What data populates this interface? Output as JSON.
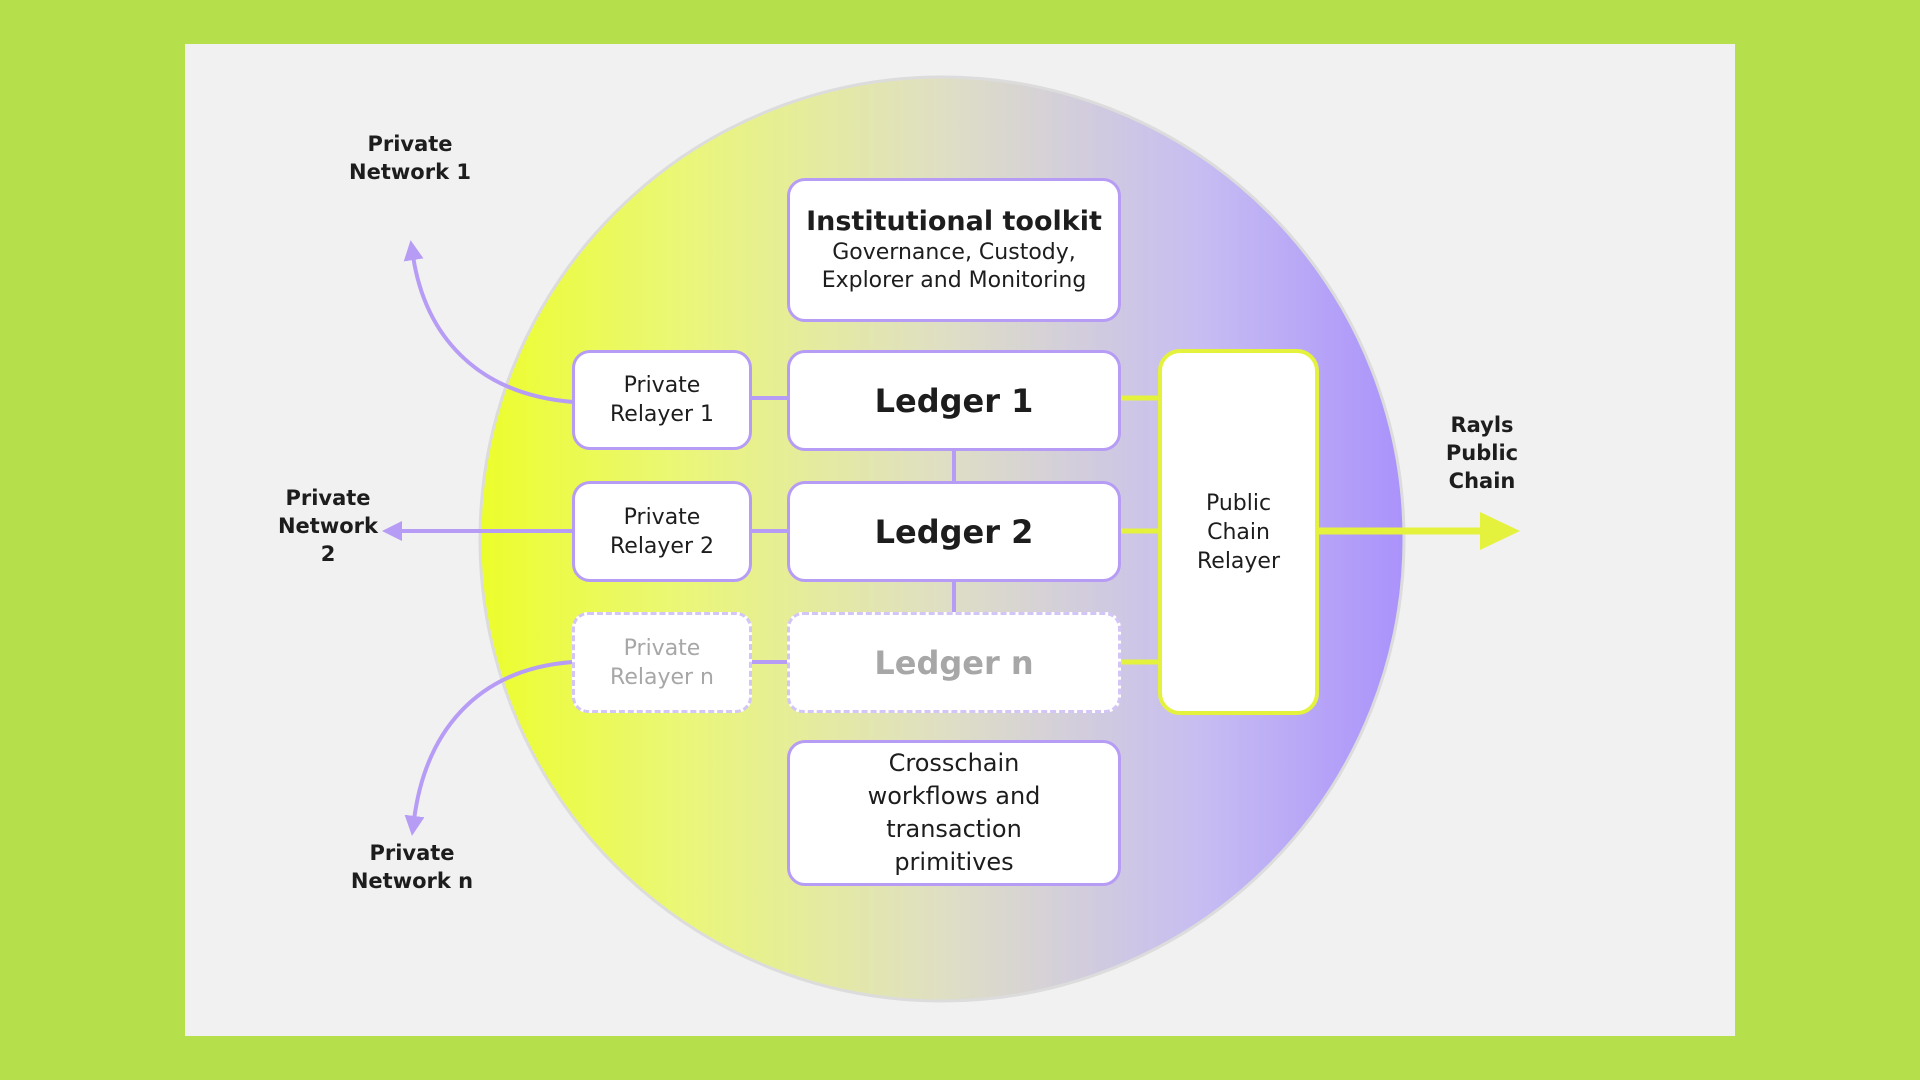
{
  "toolkit": {
    "title": "Institutional toolkit",
    "line1": "Governance, Custody,",
    "line2": "Explorer and Monitoring"
  },
  "relayers": {
    "r1": {
      "line1": "Private",
      "line2": "Relayer 1"
    },
    "r2": {
      "line1": "Private",
      "line2": "Relayer 2"
    },
    "rn": {
      "line1": "Private",
      "line2": "Relayer n"
    }
  },
  "ledgers": {
    "l1": "Ledger 1",
    "l2": "Ledger 2",
    "ln": "Ledger n"
  },
  "public_relayer": {
    "line1": "Public",
    "line2": "Chain",
    "line3": "Relayer"
  },
  "crosschain": {
    "line1": "Crosschain",
    "line2": "workflows and",
    "line3": "transaction",
    "line4": "primitives"
  },
  "networks": {
    "n1": {
      "line1": "Private",
      "line2": "Network 1"
    },
    "n2": {
      "line1": "Private",
      "line2": "Network",
      "line3": "2"
    },
    "nn": {
      "line1": "Private",
      "line2": "Network n"
    }
  },
  "public_chain": {
    "line1": "Rayls",
    "line2": "Public",
    "line3": "Chain"
  },
  "colors": {
    "page_bg": "#b6e04b",
    "panel_bg": "#f1f1f1",
    "purple": "#b69cf5",
    "yellow": "#e4f23e"
  }
}
